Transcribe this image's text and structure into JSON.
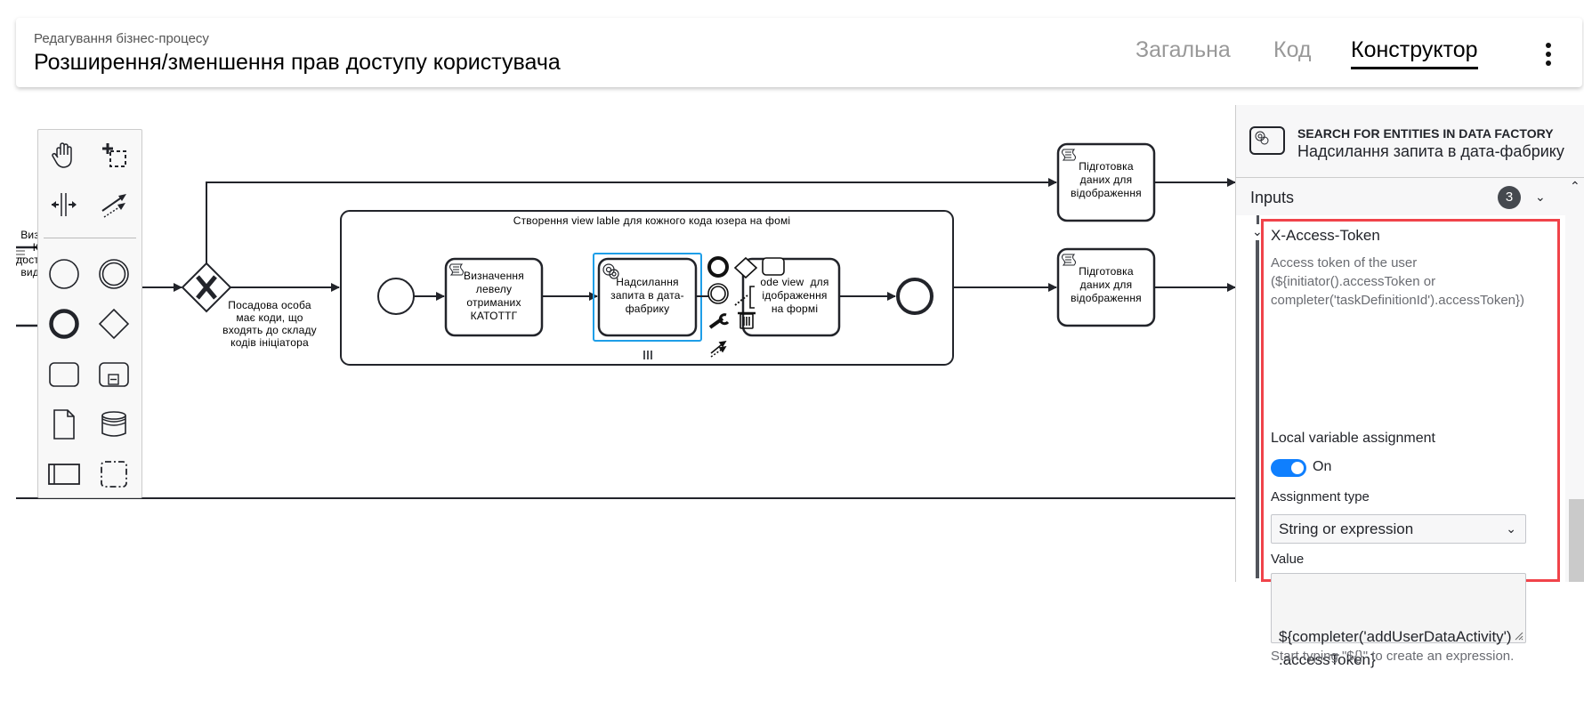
{
  "header": {
    "subtitle": "Редагування бізнес-процесу",
    "title": "Розширення/зменшення прав доступу користувача",
    "tabs": [
      {
        "label": "Загальна",
        "active": false
      },
      {
        "label": "Код",
        "active": false
      },
      {
        "label": "Конструктор",
        "active": true
      }
    ],
    "more_icon": "more-vertical-icon"
  },
  "palette": {
    "tools": [
      {
        "name": "hand-tool",
        "icon": "hand-icon"
      },
      {
        "name": "lasso-tool",
        "icon": "lasso-icon"
      },
      {
        "name": "space-tool",
        "icon": "space-tool-icon"
      },
      {
        "name": "global-connect-tool",
        "icon": "connect-icon"
      },
      {
        "name": "create-start-event",
        "icon": "start-event-icon"
      },
      {
        "name": "create-intermediate-event",
        "icon": "intermediate-event-icon"
      },
      {
        "name": "create-end-event",
        "icon": "end-event-icon"
      },
      {
        "name": "create-gateway",
        "icon": "gateway-icon"
      },
      {
        "name": "create-task",
        "icon": "task-icon"
      },
      {
        "name": "create-subprocess",
        "icon": "subprocess-icon"
      },
      {
        "name": "create-data-object",
        "icon": "data-object-icon"
      },
      {
        "name": "create-data-store",
        "icon": "data-store-icon"
      },
      {
        "name": "create-pool",
        "icon": "pool-icon"
      },
      {
        "name": "create-group",
        "icon": "group-icon"
      }
    ]
  },
  "diagram": {
    "partial_task_left": [
      "Виз",
      "К",
      "дост",
      "вид"
    ],
    "gateway_label": "Посадова особа має коди, що входять до складу кодів ініціатора",
    "subprocess_title": "Створення view lable для кожного кода юзера на фомі",
    "task_determine": "Визначення левелу отриманих КАТОТТГ",
    "task_send": "Надсилання запита в дата-фабрику",
    "task_create": "Створення code view для відображення на формі",
    "task_create_visible": "ode view  для\nідображення\nна формі",
    "task_prepare_1": "Підготовка даних для відображення",
    "task_prepare_2": "Підготовка даних для відображення",
    "multi_instance_marker": "III",
    "accent_color": "#1e9ee8"
  },
  "panel": {
    "element_type": "SEARCH FOR ENTITIES IN DATA FACTORY",
    "element_name": "Надсилання запита в дата-фабрику",
    "group_label": "Inputs",
    "group_count": "3",
    "entry": {
      "title": "X-Access-Token",
      "description": "Access token of the user (${initiator().accessToken or completer('taskDefinitionId').accessToken})",
      "local_var_label": "Local variable assignment",
      "local_var_state": "On",
      "assignment_type_label": "Assignment type",
      "assignment_type_value": "String or expression",
      "value_label": "Value",
      "value": "${completer('addUserDataActivity')\n.accessToken}",
      "hint": "Start typing \"${}\" to create an expression."
    },
    "highlight_color": "#f0434a",
    "toggle_color": "#0f7ffe"
  }
}
